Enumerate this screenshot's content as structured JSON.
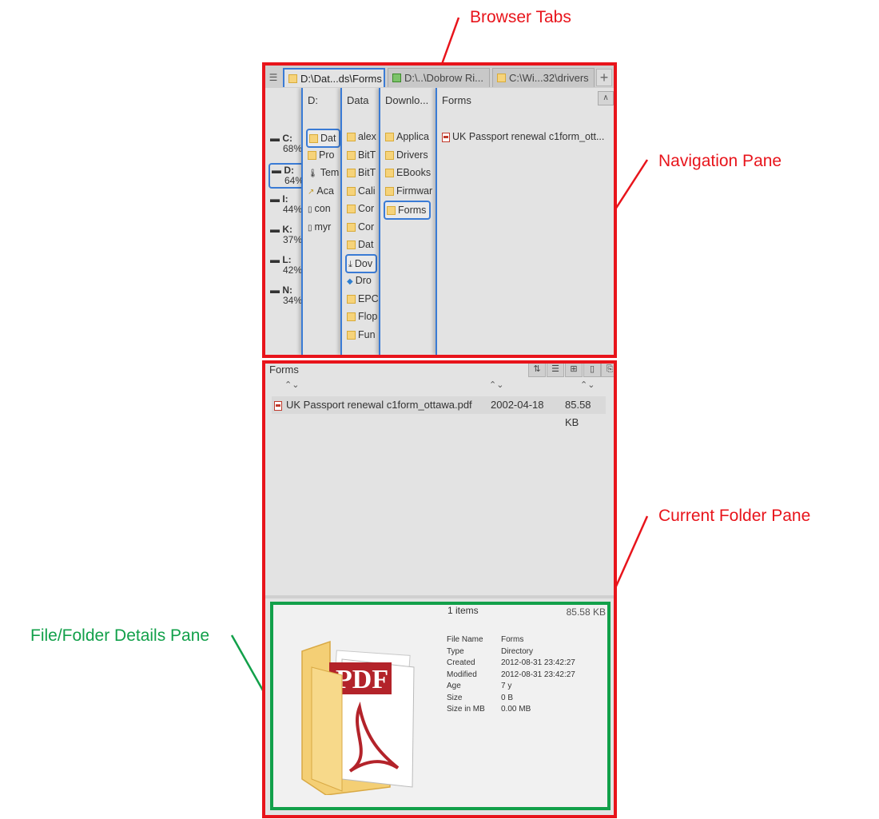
{
  "callouts": {
    "browser_tabs": "Browser Tabs",
    "navigation_pane": "Navigation Pane",
    "current_folder_pane": "Current Folder Pane",
    "details_pane": "File/Folder Details Pane"
  },
  "colors": {
    "annotation_red": "#e8141b",
    "annotation_green": "#12a04a",
    "selection_blue": "#3a7bd5"
  },
  "tabs": [
    {
      "label": "D:\\Dat...ds\\Forms",
      "active": true
    },
    {
      "label": "D:\\..\\Dobrow Ri...",
      "active": false
    },
    {
      "label": "C:\\Wi...32\\drivers",
      "active": false
    }
  ],
  "tab_menu_icon": "☰",
  "tab_add_icon": "+",
  "drives": [
    {
      "letter": "C:",
      "pct": "68%"
    },
    {
      "letter": "D:",
      "pct": "64%"
    },
    {
      "letter": "I:",
      "pct": "44%"
    },
    {
      "letter": "K:",
      "pct": "37%"
    },
    {
      "letter": "L:",
      "pct": "42%"
    },
    {
      "letter": "N:",
      "pct": "34%"
    }
  ],
  "columns": {
    "d": {
      "header": "D:",
      "items": [
        "Dat",
        "Pro",
        "Tem",
        "Aca",
        "con",
        "myr"
      ]
    },
    "data": {
      "header": "Data",
      "items": [
        "alex",
        "BitT",
        "BitT",
        "Cali",
        "Cor",
        "Cor",
        "Dat",
        "Dov",
        "Dro",
        "EPC",
        "Flop",
        "Fun"
      ]
    },
    "downloads": {
      "header": "Downlo...",
      "items": [
        "Applica",
        "Drivers",
        "EBooks",
        "Firmwar",
        "Forms"
      ]
    },
    "forms": {
      "header": "Forms",
      "items": [
        "UK Passport renewal c1form_ott..."
      ]
    }
  },
  "current": {
    "title": "Forms",
    "file": {
      "name": "UK Passport renewal c1form_ottawa.pdf",
      "date": "2002-04-18",
      "size": "85.58 KB"
    }
  },
  "details": {
    "count": "1 items",
    "size": "85.58 KB",
    "pdf_label": "PDF",
    "rows": [
      {
        "k": "File Name",
        "v": "Forms"
      },
      {
        "k": "Type",
        "v": "Directory"
      },
      {
        "k": "Created",
        "v": "2012-08-31 23:42:27"
      },
      {
        "k": "Modified",
        "v": "2012-08-31 23:42:27"
      },
      {
        "k": "Age",
        "v": "7 y"
      },
      {
        "k": "Size",
        "v": "0 B"
      },
      {
        "k": "Size in MB",
        "v": "0.00 MB"
      }
    ]
  }
}
